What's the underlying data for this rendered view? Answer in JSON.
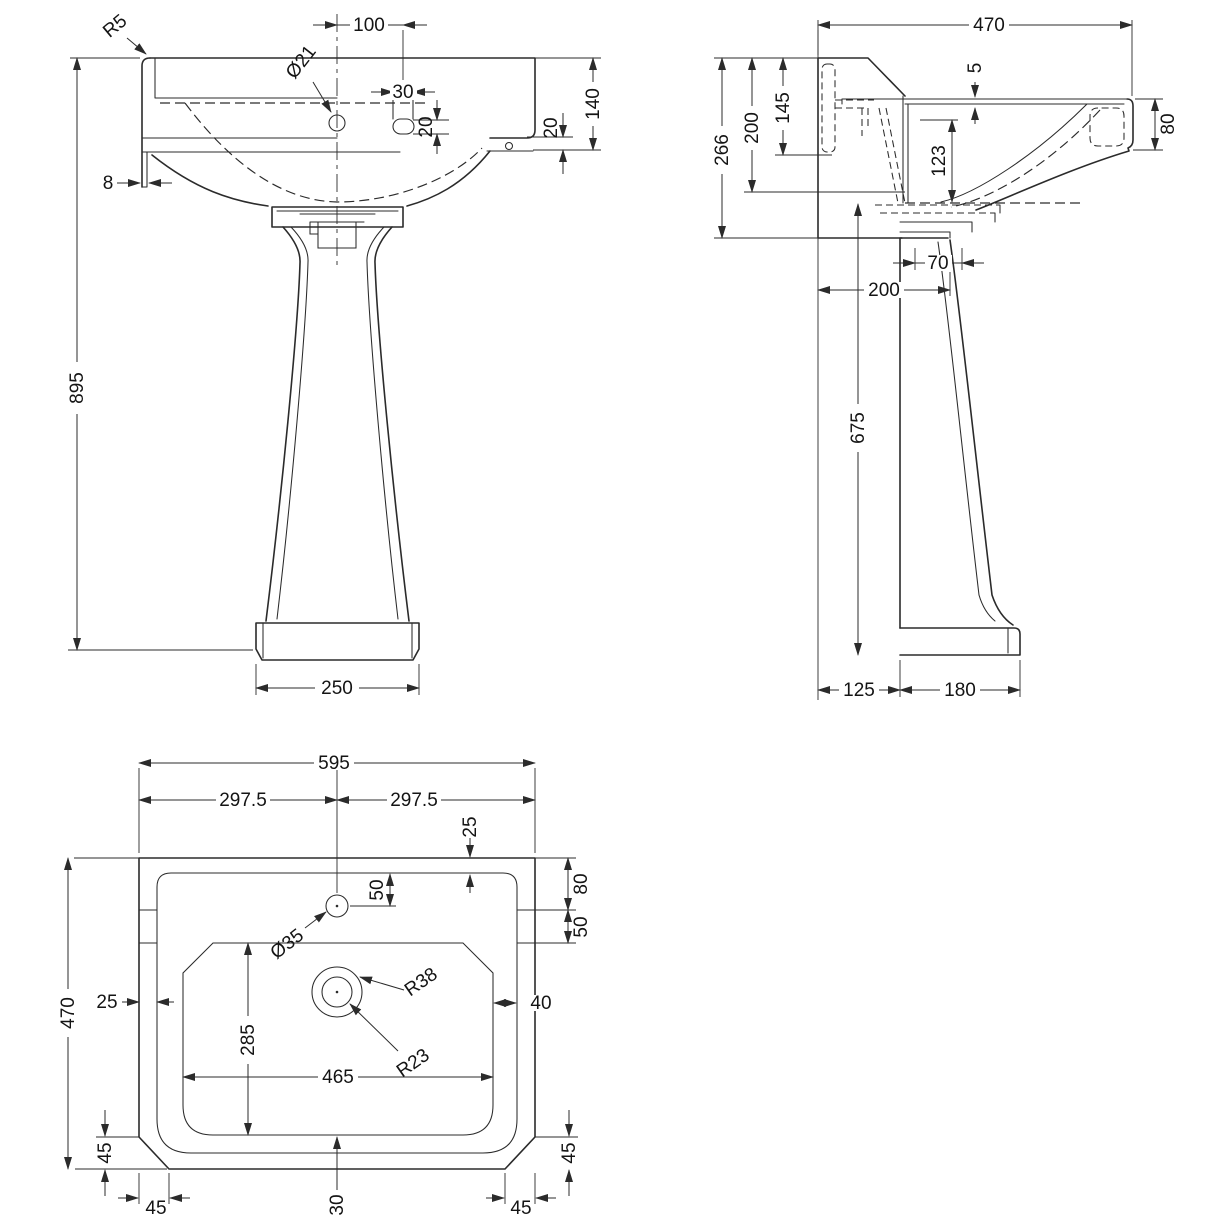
{
  "colors": {
    "background": "#ffffff",
    "line": "#2b2b2b"
  },
  "drawing": {
    "front_view": {
      "dims": {
        "corner_radius": "R5",
        "tap_centre_offset": "100",
        "tap_hole_dia": "Ø21",
        "slot_width": "30",
        "slot_height": "20",
        "rim_height": "140",
        "rim_step": "20",
        "wall_flange": "8",
        "total_height": "895",
        "base_width": "250"
      }
    },
    "side_view": {
      "dims": {
        "depth": "470",
        "rim_drop": "5",
        "bracket_height": "145",
        "back_height": "200",
        "body_height": "266",
        "rim_thickness": "80",
        "bowl_depth": "123",
        "outlet_width": "70",
        "outlet_setback": "200",
        "pedestal_height": "675",
        "base_setback": "125",
        "base_depth": "180"
      }
    },
    "plan_view": {
      "dims": {
        "width": "595",
        "half_width_left": "297.5",
        "half_width_right": "297.5",
        "rim_top": "25",
        "tap_offset": "50",
        "side_top": "80",
        "side_mid": "50",
        "tap_hole_dia": "Ø35",
        "waste_outer_radius": "R38",
        "waste_inner_radius": "R23",
        "rim_left": "25",
        "rim_right": "40",
        "bowl_depth": "285",
        "bowl_width": "465",
        "depth": "470",
        "chamfer_left_v": "45",
        "chamfer_left_h": "45",
        "front_rim": "30",
        "chamfer_right_v": "45",
        "chamfer_right_h": "45"
      }
    }
  }
}
